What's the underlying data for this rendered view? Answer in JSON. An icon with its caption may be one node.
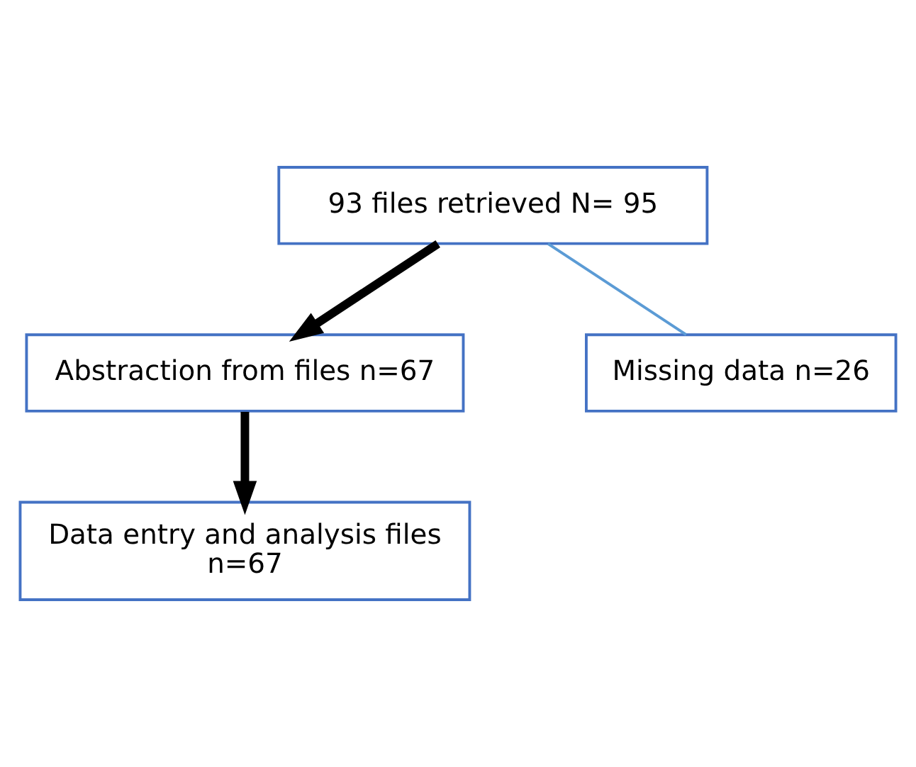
{
  "diagram": {
    "nodes": [
      {
        "text": [
          "93 files retrieved N= 95"
        ]
      },
      {
        "text": [
          "Missing data n=26"
        ]
      },
      {
        "text": [
          "Abstraction from files n=67"
        ]
      },
      {
        "text": [
          "Data entry and analysis files n=67"
        ]
      }
    ],
    "edges": [
      {
        "from": 0,
        "to": 2,
        "arrow": "to"
      },
      {
        "from": 0,
        "to": 1,
        "arrow": "none",
        "color": "#5b9bd5"
      },
      {
        "from": 2,
        "to": 3,
        "arrow": "to"
      }
    ]
  }
}
